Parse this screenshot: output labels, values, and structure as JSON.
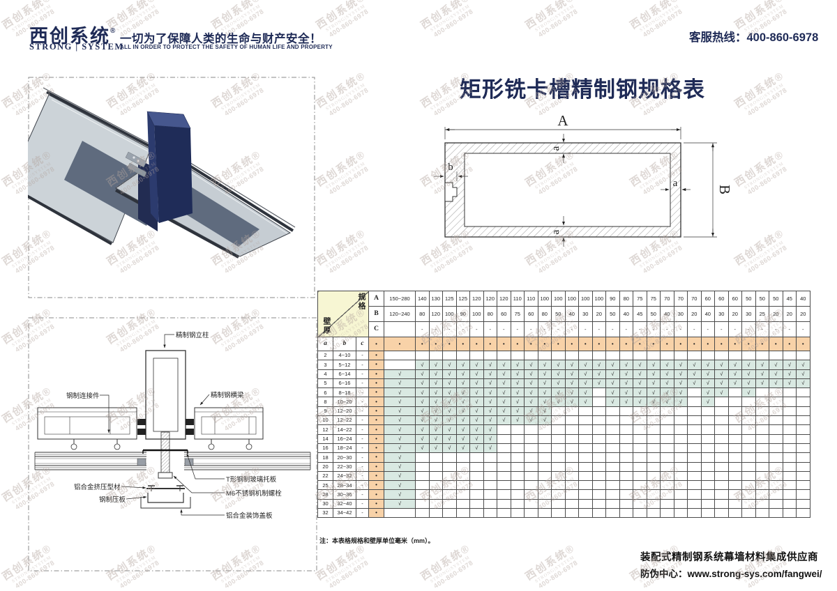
{
  "colors": {
    "navy": "#1e2a56",
    "orange": "#f8d2a8",
    "teal": "#d9e9e2",
    "corner_yellow": "#f7f6d3"
  },
  "header": {
    "logo_cn": "西创系统",
    "logo_reg": "®",
    "logo_en": "STRONG | SYSTEM",
    "slogan_cn": "一切为了保障人类的生命与财产安全！",
    "slogan_en": "ALL IN ORDER TO PROTECT THE SAFETY OF HUMAN LIFE AND PROPERTY",
    "hotline_label": "客服热线：",
    "hotline_number": "400-860-6978"
  },
  "watermark": {
    "line1": "西创系统",
    "reg": "®",
    "line2": "STRONG|SYSTEM",
    "line3": "400-860-6978"
  },
  "title": "矩形铣卡槽精制钢规格表",
  "diagram": {
    "dim_A": "A",
    "dim_B": "B",
    "dim_a_top": "a",
    "dim_a_right": "a",
    "dim_a_bottom": "a",
    "dim_b": "b"
  },
  "drawing_labels": {
    "mullion": "精制钢立柱",
    "connector": "钢制连接件",
    "beam": "精制钢横梁",
    "aluminium_profile": "铝合金挤压型材",
    "pressure_plate": "钢制压板",
    "t_plate": "T形钢制玻璃托板",
    "bolt": "M6不锈钢机制螺栓",
    "cover": "铝合金装饰盖板"
  },
  "table": {
    "corner": {
      "top_right": "规格",
      "bottom_left": "壁厚"
    },
    "row_labels": [
      "A",
      "B",
      "C"
    ],
    "sub_labels": [
      "a",
      "b",
      "c"
    ],
    "dot": "•",
    "check": "√",
    "note": "注：本表格规格和壁厚单位毫米（mm）。",
    "columns": [
      {
        "A": "150~280",
        "B": "120~240",
        "C": ""
      },
      {
        "A": "140",
        "B": "80",
        "C": "-"
      },
      {
        "A": "130",
        "B": "120",
        "C": "-"
      },
      {
        "A": "125",
        "B": "100",
        "C": "-"
      },
      {
        "A": "125",
        "B": "90",
        "C": "-"
      },
      {
        "A": "120",
        "B": "100",
        "C": "-"
      },
      {
        "A": "120",
        "B": "80",
        "C": "-"
      },
      {
        "A": "120",
        "B": "60",
        "C": "-"
      },
      {
        "A": "110",
        "B": "75",
        "C": "-"
      },
      {
        "A": "110",
        "B": "60",
        "C": "-"
      },
      {
        "A": "100",
        "B": "80",
        "C": "-"
      },
      {
        "A": "100",
        "B": "50",
        "C": "-"
      },
      {
        "A": "100",
        "B": "40",
        "C": "-"
      },
      {
        "A": "100",
        "B": "30",
        "C": "-"
      },
      {
        "A": "100",
        "B": "20",
        "C": "-"
      },
      {
        "A": "90",
        "B": "50",
        "C": "-"
      },
      {
        "A": "80",
        "B": "40",
        "C": "-"
      },
      {
        "A": "75",
        "B": "45",
        "C": "-"
      },
      {
        "A": "75",
        "B": "50",
        "C": "-"
      },
      {
        "A": "70",
        "B": "40",
        "C": "-"
      },
      {
        "A": "70",
        "B": "30",
        "C": "-"
      },
      {
        "A": "70",
        "B": "20",
        "C": "-"
      },
      {
        "A": "60",
        "B": "40",
        "C": "-"
      },
      {
        "A": "60",
        "B": "30",
        "C": "-"
      },
      {
        "A": "60",
        "B": "20",
        "C": "-"
      },
      {
        "A": "50",
        "B": "30",
        "C": "-"
      },
      {
        "A": "50",
        "B": "25",
        "C": "-"
      },
      {
        "A": "50",
        "B": "20",
        "C": "-"
      },
      {
        "A": "45",
        "B": "20",
        "C": "-"
      },
      {
        "A": "40",
        "B": "20",
        "C": "-"
      }
    ],
    "rows": [
      {
        "a": "2",
        "b": "4~10",
        "c": "-",
        "checks": [
          0,
          0,
          0,
          0,
          0,
          0,
          0,
          0,
          0,
          0,
          0,
          0,
          0,
          0,
          0,
          0,
          0,
          0,
          0,
          0,
          0,
          0,
          0,
          0,
          0,
          0,
          0,
          0,
          0,
          0
        ]
      },
      {
        "a": "3",
        "b": "5~12",
        "c": "-",
        "checks": [
          0,
          1,
          1,
          1,
          1,
          1,
          1,
          1,
          1,
          1,
          1,
          1,
          1,
          1,
          1,
          1,
          1,
          1,
          1,
          1,
          1,
          1,
          1,
          1,
          1,
          1,
          1,
          1,
          1,
          1
        ]
      },
      {
        "a": "4",
        "b": "6~14",
        "c": "-",
        "checks": [
          1,
          1,
          1,
          1,
          1,
          1,
          1,
          1,
          1,
          1,
          1,
          1,
          1,
          1,
          1,
          1,
          1,
          1,
          1,
          1,
          1,
          1,
          1,
          1,
          1,
          1,
          1,
          1,
          1,
          1
        ]
      },
      {
        "a": "5",
        "b": "6~16",
        "c": "-",
        "checks": [
          1,
          1,
          1,
          1,
          1,
          1,
          1,
          1,
          1,
          1,
          1,
          1,
          1,
          1,
          1,
          1,
          1,
          1,
          1,
          1,
          1,
          1,
          1,
          1,
          1,
          1,
          1,
          1,
          1,
          1
        ]
      },
      {
        "a": "6",
        "b": "8~18",
        "c": "-",
        "checks": [
          1,
          1,
          1,
          1,
          1,
          1,
          1,
          1,
          1,
          1,
          1,
          1,
          1,
          1,
          0,
          1,
          1,
          1,
          1,
          1,
          1,
          0,
          1,
          1,
          0,
          1,
          0,
          0,
          0,
          0
        ]
      },
      {
        "a": "8",
        "b": "10~20",
        "c": "-",
        "checks": [
          1,
          1,
          1,
          1,
          1,
          1,
          1,
          1,
          1,
          1,
          1,
          1,
          1,
          1,
          0,
          1,
          1,
          1,
          1,
          1,
          1,
          0,
          1,
          0,
          0,
          0,
          0,
          0,
          0,
          0
        ]
      },
      {
        "a": "9",
        "b": "12~20",
        "c": "-",
        "checks": [
          1,
          1,
          1,
          1,
          1,
          1,
          1,
          1,
          1,
          1,
          1,
          0,
          0,
          0,
          0,
          0,
          0,
          0,
          0,
          0,
          0,
          0,
          0,
          0,
          0,
          0,
          0,
          0,
          0,
          0
        ]
      },
      {
        "a": "10",
        "b": "12~22",
        "c": "-",
        "checks": [
          1,
          1,
          1,
          1,
          1,
          1,
          1,
          1,
          1,
          1,
          1,
          0,
          0,
          0,
          0,
          0,
          0,
          0,
          0,
          0,
          0,
          0,
          0,
          0,
          0,
          0,
          0,
          0,
          0,
          0
        ]
      },
      {
        "a": "12",
        "b": "14~22",
        "c": "-",
        "checks": [
          1,
          1,
          1,
          1,
          1,
          1,
          1,
          0,
          0,
          0,
          0,
          0,
          0,
          0,
          0,
          0,
          0,
          0,
          0,
          0,
          0,
          0,
          0,
          0,
          0,
          0,
          0,
          0,
          0,
          0
        ]
      },
      {
        "a": "14",
        "b": "16~24",
        "c": "-",
        "checks": [
          1,
          1,
          1,
          1,
          1,
          1,
          1,
          0,
          0,
          0,
          0,
          0,
          0,
          0,
          0,
          0,
          0,
          0,
          0,
          0,
          0,
          0,
          0,
          0,
          0,
          0,
          0,
          0,
          0,
          0
        ]
      },
      {
        "a": "16",
        "b": "18~24",
        "c": "-",
        "checks": [
          1,
          1,
          1,
          1,
          1,
          1,
          1,
          0,
          0,
          0,
          0,
          0,
          0,
          0,
          0,
          0,
          0,
          0,
          0,
          0,
          0,
          0,
          0,
          0,
          0,
          0,
          0,
          0,
          0,
          0
        ]
      },
      {
        "a": "18",
        "b": "20~30",
        "c": "-",
        "checks": [
          1,
          0,
          0,
          0,
          0,
          0,
          0,
          0,
          0,
          0,
          0,
          0,
          0,
          0,
          0,
          0,
          0,
          0,
          0,
          0,
          0,
          0,
          0,
          0,
          0,
          0,
          0,
          0,
          0,
          0
        ]
      },
      {
        "a": "20",
        "b": "22~30",
        "c": "-",
        "checks": [
          1,
          0,
          0,
          0,
          0,
          0,
          0,
          0,
          0,
          0,
          0,
          0,
          0,
          0,
          0,
          0,
          0,
          0,
          0,
          0,
          0,
          0,
          0,
          0,
          0,
          0,
          0,
          0,
          0,
          0
        ]
      },
      {
        "a": "22",
        "b": "24~32",
        "c": "-",
        "checks": [
          1,
          0,
          0,
          0,
          0,
          0,
          0,
          0,
          0,
          0,
          0,
          0,
          0,
          0,
          0,
          0,
          0,
          0,
          0,
          0,
          0,
          0,
          0,
          0,
          0,
          0,
          0,
          0,
          0,
          0
        ]
      },
      {
        "a": "25",
        "b": "28~34",
        "c": "-",
        "checks": [
          1,
          0,
          0,
          0,
          0,
          0,
          0,
          0,
          0,
          0,
          0,
          0,
          0,
          0,
          0,
          0,
          0,
          0,
          0,
          0,
          0,
          0,
          0,
          0,
          0,
          0,
          0,
          0,
          0,
          0
        ]
      },
      {
        "a": "28",
        "b": "30~36",
        "c": "-",
        "checks": [
          1,
          0,
          0,
          0,
          0,
          0,
          0,
          0,
          0,
          0,
          0,
          0,
          0,
          0,
          0,
          0,
          0,
          0,
          0,
          0,
          0,
          0,
          0,
          0,
          0,
          0,
          0,
          0,
          0,
          0
        ]
      },
      {
        "a": "30",
        "b": "32~40",
        "c": "-",
        "checks": [
          1,
          0,
          0,
          0,
          0,
          0,
          0,
          0,
          0,
          0,
          0,
          0,
          0,
          0,
          0,
          0,
          0,
          0,
          0,
          0,
          0,
          0,
          0,
          0,
          0,
          0,
          0,
          0,
          0,
          0
        ]
      },
      {
        "a": "32",
        "b": "34~42",
        "c": "-",
        "checks": [
          0,
          0,
          0,
          0,
          0,
          0,
          0,
          0,
          0,
          0,
          0,
          0,
          0,
          0,
          0,
          0,
          0,
          0,
          0,
          0,
          0,
          0,
          0,
          0,
          0,
          0,
          0,
          0,
          0,
          0
        ]
      }
    ]
  },
  "footer": {
    "line1": "装配式精制钢系统幕墙材料集成供应商",
    "line2_label": "防伪中心：",
    "line2_url": "www.strong-sys.com/fangwei/"
  }
}
